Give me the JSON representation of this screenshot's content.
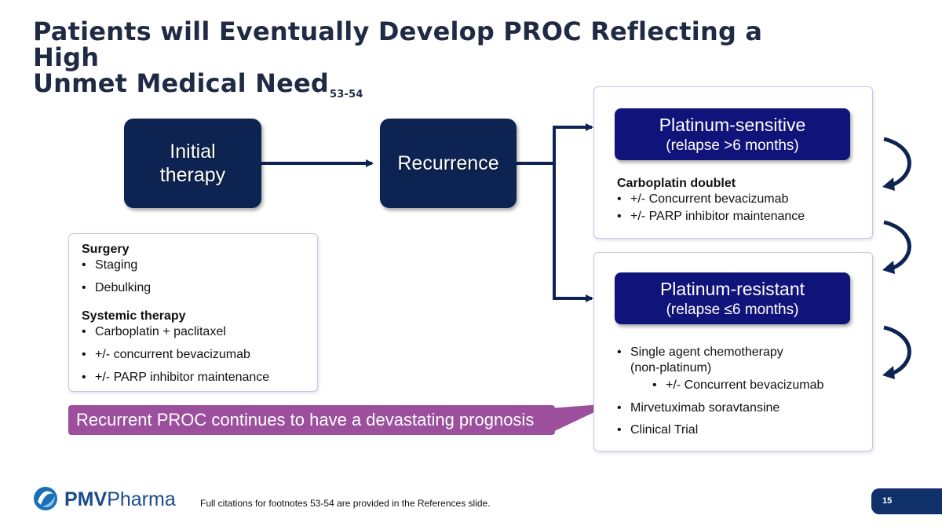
{
  "title": {
    "line1": "Patients will Eventually Develop PROC Reflecting a High",
    "line2": "Unmet Medical Need",
    "superscript": "53-54"
  },
  "flow": {
    "initial_line1": "Initial",
    "initial_line2": "therapy",
    "recurrence": "Recurrence"
  },
  "left_panel": {
    "surgery_header": "Surgery",
    "surgery_items": [
      "Staging",
      "Debulking"
    ],
    "systemic_header": "Systemic therapy",
    "systemic_items": [
      "Carboplatin + paclitaxel",
      "+/- concurrent bevacizumab",
      "+/- PARP inhibitor maintenance"
    ]
  },
  "sensitive": {
    "title": "Platinum-sensitive",
    "subtitle": "(relapse >6 months)",
    "header": "Carboplatin doublet",
    "items": [
      "+/- Concurrent bevacizumab",
      "+/- PARP inhibitor maintenance"
    ]
  },
  "resistant": {
    "title": "Platinum-resistant",
    "subtitle": "(relapse ≤6 months)",
    "item1_line1": "Single agent chemotherapy",
    "item1_line2": "(non-platinum)",
    "sub_item": "+/- Concurrent bevacizumab",
    "item2": "Mirvetuximab soravtansine",
    "item3": "Clinical Trial"
  },
  "callout": "Recurrent PROC continues to have a devastating prognosis",
  "footer": "Full citations for footnotes 53-54 are provided in the References slide.",
  "page_number": "15",
  "logo": {
    "part1": "PMV",
    "part2": "Pharma"
  },
  "colors": {
    "navy": "#0d2453",
    "pill": "#10137a",
    "callout": "#9b4f9c",
    "panel_border": "#c9c3ea"
  }
}
